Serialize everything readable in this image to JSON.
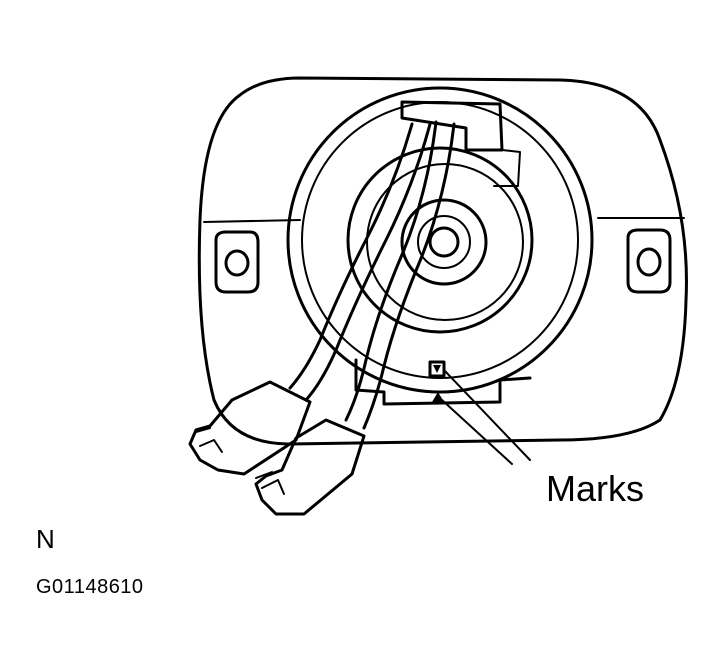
{
  "labels": {
    "marks": "Marks",
    "view": "N",
    "figure_code": "G01148610"
  }
}
